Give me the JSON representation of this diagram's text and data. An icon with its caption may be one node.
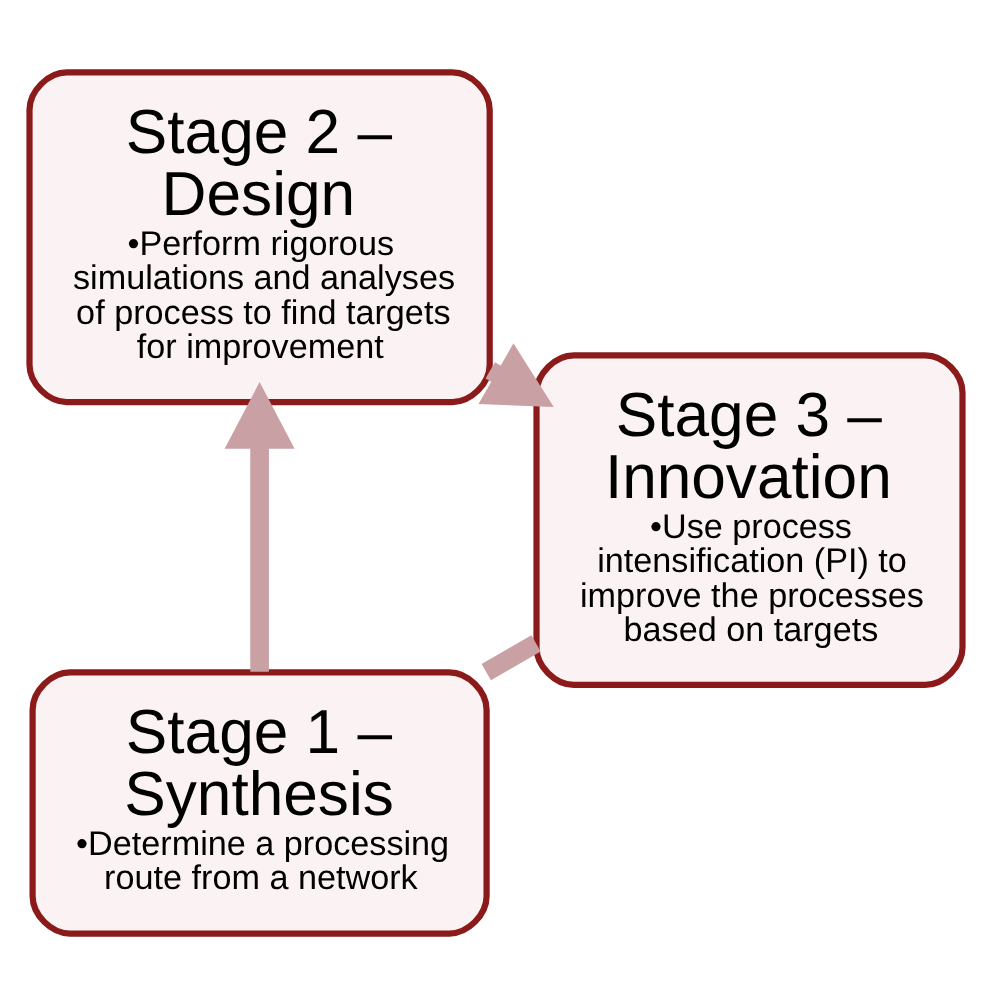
{
  "diagram": {
    "nodes": [
      {
        "text": [
          "Stage 1 – Synthesis",
          "•Determine a processing route from a network"
        ]
      },
      {
        "text": [
          "Stage 2 – Design",
          "•Perform rigorous simulations and analyses of process to find targets for improvement"
        ]
      },
      {
        "text": [
          "Stage 3 – Innovation",
          "•Use process intensification (PI) to improve the processes based on targets"
        ]
      }
    ],
    "edges": [
      {
        "from": 0,
        "to": 1,
        "arrow": "to"
      },
      {
        "from": 1,
        "to": 2,
        "arrow": "to"
      },
      {
        "from": 2,
        "to": 0,
        "arrow": "none"
      }
    ]
  }
}
